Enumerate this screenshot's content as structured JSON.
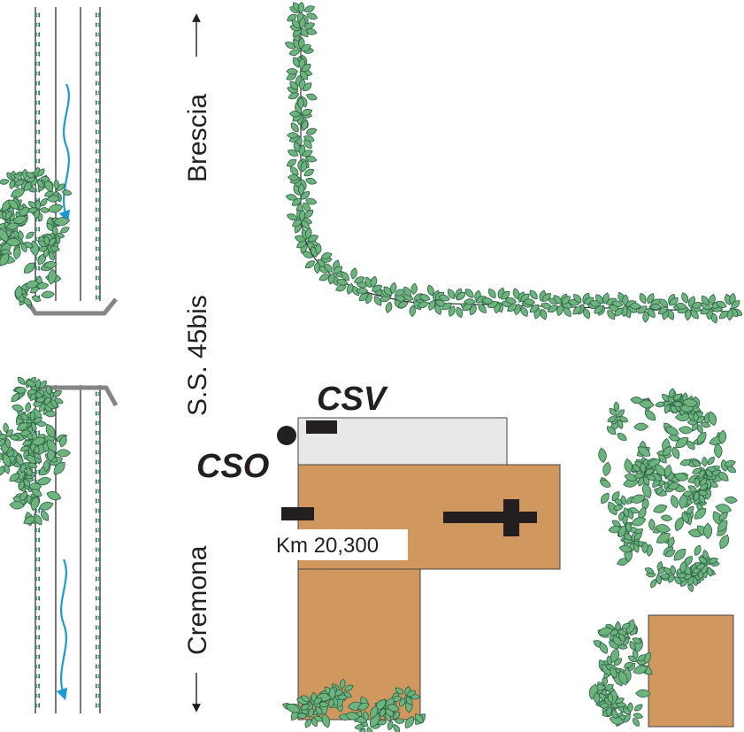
{
  "road": {
    "name": "S.S. 45bis",
    "north_destination": "Brescia",
    "south_destination": "Cremona"
  },
  "stations": {
    "csv_label": "CSV",
    "cso_label": "CSO"
  },
  "milestone": {
    "label": "Km 20,300"
  },
  "colors": {
    "building": "#d0975f",
    "shed": "#e8e8e8",
    "leaf_fill": "#6db37d",
    "leaf_stroke": "#2b5e44",
    "flow_arrow": "#1b9ad6",
    "ditch_teeth": "#2f7d64",
    "culvert": "#858585",
    "marker": "#231f20"
  },
  "icons": {
    "flow": "blue-flow-arrow-icon",
    "church": "church-cross-icon",
    "sensor": "black-sensor-block-icon",
    "node": "black-dot-icon"
  }
}
